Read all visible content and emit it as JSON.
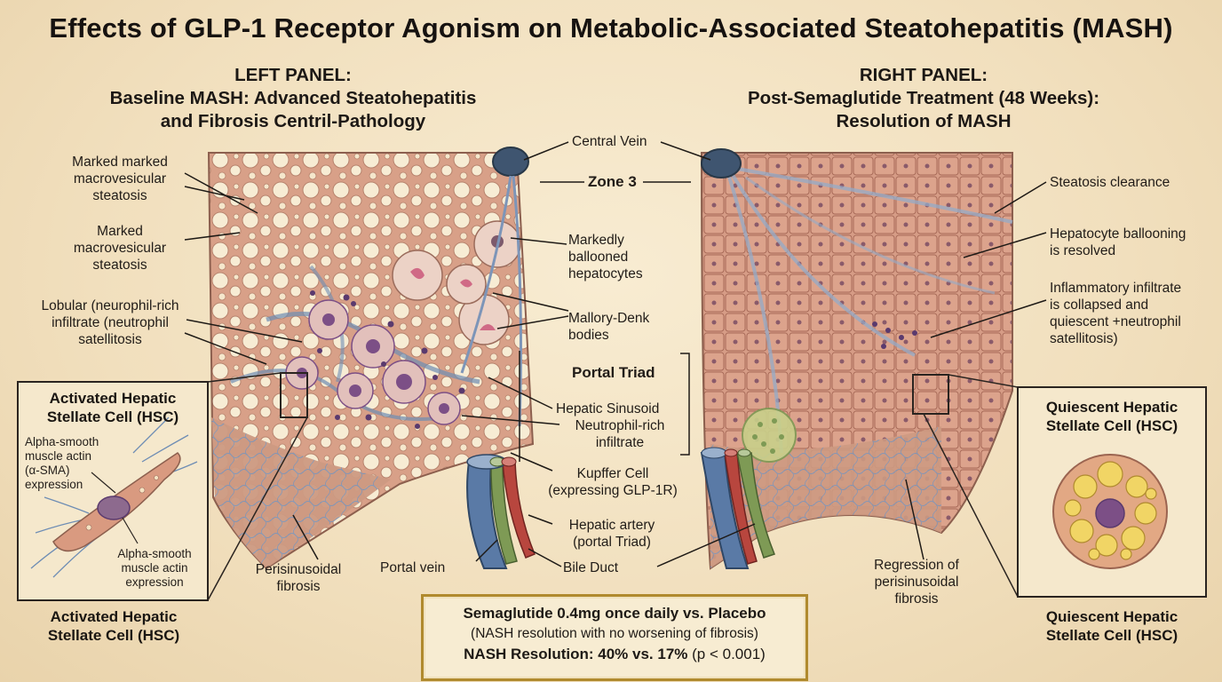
{
  "title": "Effects of GLP-1 Receptor Agonism on Metabolic-Associated Steatohepatitis (MASH)",
  "left_panel": {
    "heading_line1": "LEFT PANEL:",
    "heading_line2": "Baseline MASH: Advanced Steatohepatitis",
    "heading_line3": "and Fibrosis Centril-Pathology",
    "labels": {
      "steatosis1_l1": "Marked marked",
      "steatosis1_l2": "macrovesicular",
      "steatosis1_l3": "steatosis",
      "steatosis2_l1": "Marked",
      "steatosis2_l2": "macrovesicular",
      "steatosis2_l3": "steatosis",
      "lobular_l1": "Lobular (neurophil-rich",
      "lobular_l2": "infiltrate (neutrophil",
      "lobular_l3": "satellitosis",
      "perisinusoidal_l1": "Perisinusoidal",
      "perisinusoidal_l2": "fibrosis",
      "portal_vein": "Portal vein"
    },
    "inset_box": {
      "title_l1": "Activated Hepatic",
      "title_l2": "Stellate Cell (HSC)",
      "asma1_l1": "Alpha-smooth",
      "asma1_l2": "muscle actin",
      "asma1_l3": "(α-SMA)",
      "asma1_l4": "expression",
      "asma2_l1": "Alpha-smooth",
      "asma2_l2": "muscle actin",
      "asma2_l3": "expression"
    },
    "caption_l1": "Activated Hepatic",
    "caption_l2": "Stellate Cell (HSC)"
  },
  "center_labels": {
    "central_vein": "Central Vein",
    "zone3": "Zone 3",
    "ballooned_l1": "Markedly",
    "ballooned_l2": "ballooned",
    "ballooned_l3": "hepatocytes",
    "mallory_l1": "Mallory-Denk",
    "mallory_l2": "bodies",
    "portal_triad": "Portal Triad",
    "sinusoid": "Hepatic Sinusoid",
    "neutrophil_l1": "Neutrophil-rich",
    "neutrophil_l2": "infiltrate",
    "kupffer_l1": "Kupffer Cell",
    "kupffer_l2": "(expressing GLP-1R)",
    "artery_l1": "Hepatic artery",
    "artery_l2": "(portal Triad)",
    "bile_duct": "Bile Duct"
  },
  "right_panel": {
    "heading_line1": "RIGHT PANEL:",
    "heading_line2": "Post-Semaglutide Treatment (48 Weeks):",
    "heading_line3": "Resolution of MASH",
    "labels": {
      "steatosis_clear": "Steatosis clearance",
      "ballooning_l1": "Hepatocyte ballooning",
      "ballooning_l2": "is resolved",
      "inflam_l1": "Inflammatory infiltrate",
      "inflam_l2": "is collapsed and",
      "inflam_l3": "quiescent +neutrophil",
      "inflam_l4": "satellitosis)",
      "regression_l1": "Regression of",
      "regression_l2": "perisinusoidal",
      "regression_l3": "fibrosis"
    },
    "inset_box": {
      "title_l1": "Quiescent Hepatic",
      "title_l2": "Stellate Cell (HSC)"
    },
    "caption_l1": "Quiescent Hepatic",
    "caption_l2": "Stellate Cell (HSC)"
  },
  "result_box": {
    "line1": "Semaglutide 0.4mg once daily vs. Placebo",
    "line2": "(NASH resolution with no worsening of fibrosis)",
    "line3_bold": "NASH Resolution: 40% vs. 17%",
    "line3_rest": " (p < 0.001)"
  },
  "colors": {
    "tissue": "#d9a48c",
    "tissue_dark": "#c48a72",
    "fat": "#f6ead0",
    "fibrosis": "#6e8db4",
    "vein": "#5a7aa6",
    "artery": "#b8463e",
    "bile": "#7e9a55",
    "nucleus": "#7c4f86",
    "frame": "#b08a2e"
  }
}
